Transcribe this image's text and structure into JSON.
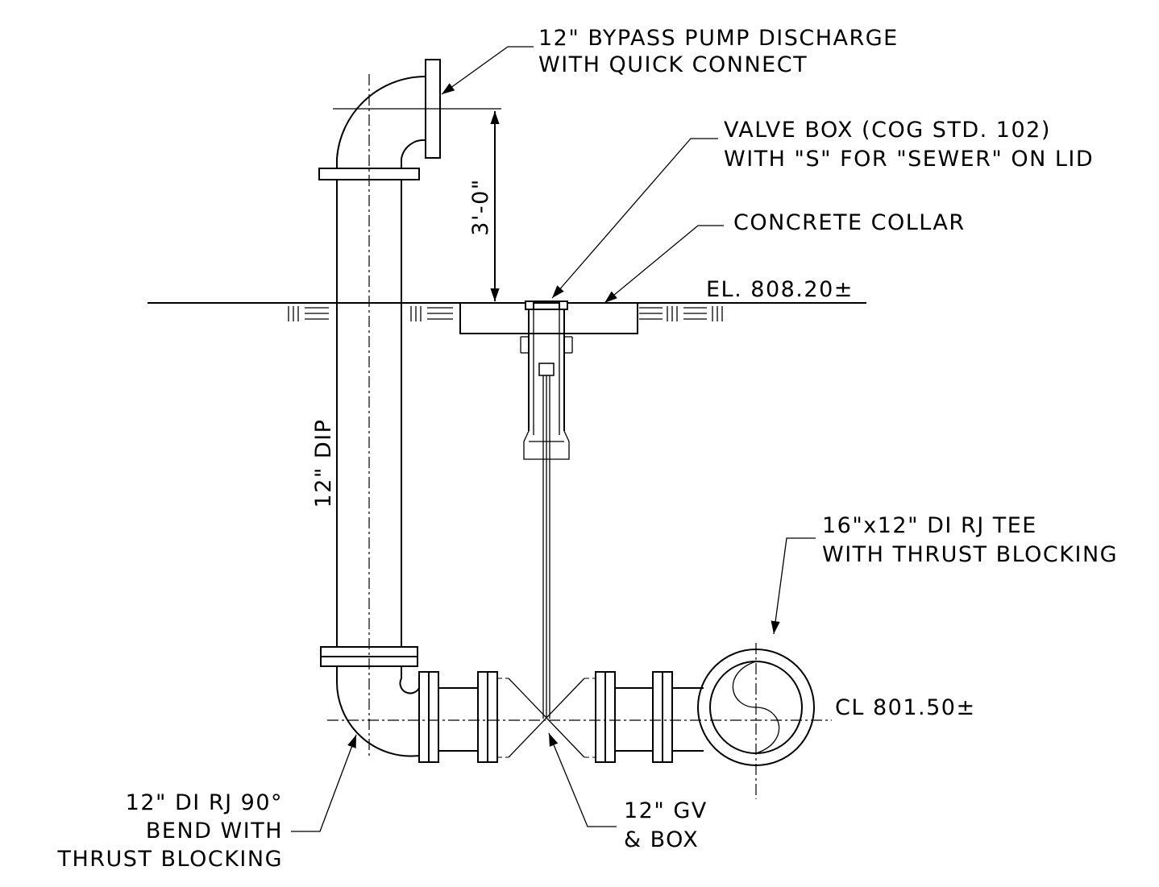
{
  "labels": {
    "bypass_line1": "12\" BYPASS PUMP DISCHARGE",
    "bypass_line2": "WITH QUICK CONNECT",
    "valvebox_line1": "VALVE BOX (COG STD. 102)",
    "valvebox_line2": "WITH \"S\" FOR \"SEWER\" ON LID",
    "collar": "CONCRETE COLLAR",
    "ground_el": "EL. 808.20±",
    "dimension": "3'-0\"",
    "pipe": "12\" DIP",
    "tee_line1": "16\"x12\" DI RJ TEE",
    "tee_line2": "WITH THRUST BLOCKING",
    "centerline_el": "CL 801.50±",
    "bend_line1": "12\" DI RJ 90°",
    "bend_line2": "BEND WITH",
    "bend_line3": "THRUST BLOCKING",
    "gv_line1": "12\" GV",
    "gv_line2": "& BOX"
  }
}
